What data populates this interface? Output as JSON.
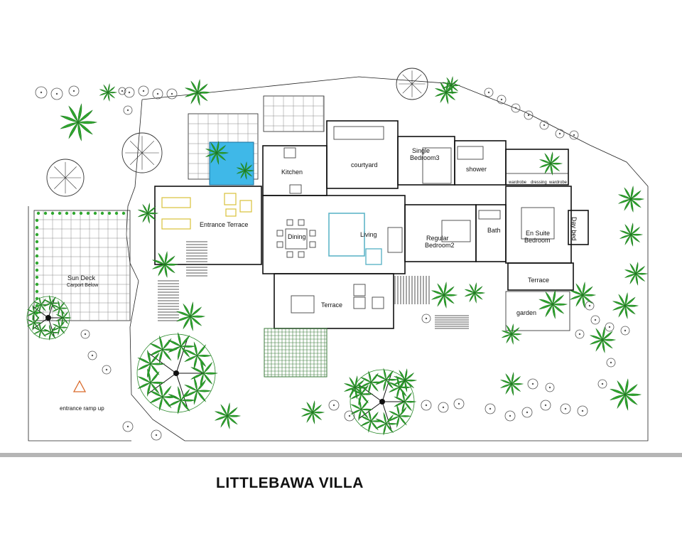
{
  "title": "LITTLEBAWA VILLA",
  "rooms": {
    "kitchen": "Kitchen",
    "courtyard": "courtyard",
    "single_bedroom_line1": "Single",
    "single_bedroom_line2": "Bedroom3",
    "shower": "shower",
    "entrance_terrace": "Entrance Terrace",
    "dining": "Dining",
    "living": "Living",
    "regular_bedroom_line1": "Regular",
    "regular_bedroom_line2": "Bedroom2",
    "bath": "Bath",
    "en_suite_line1": "En Suite",
    "en_suite_line2": "Bedroom",
    "day_bed": "Day bed",
    "terrace_main": "Terrace",
    "terrace_right": "Terrace",
    "garden": "garden",
    "sun_deck": "Sun Deck",
    "carport": "Carport Below",
    "entrance_ramp": "entrance ramp up"
  },
  "small_labels": {
    "wardrobe_1": "wardrobe",
    "dressing": "dressing",
    "wardrobe_2": "wardrobe"
  },
  "colors": {
    "foliage": "#2fa82f",
    "foliage_dark": "#1d7a1d",
    "pool": "#3fb8e8",
    "furniture_accent": "#d8c13a",
    "living_sofa": "#5fb5c8",
    "entrance_marker": "#d96a2b"
  }
}
